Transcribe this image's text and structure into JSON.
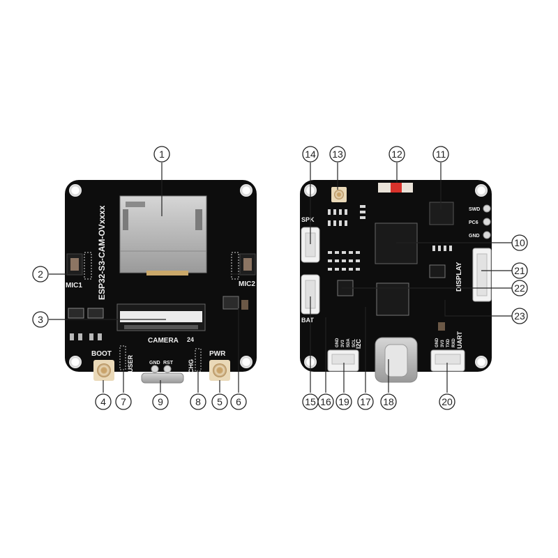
{
  "board_front": {
    "model_label": "ESP32-S3-CAM-OVxxxx",
    "mic1_label": "MIC1",
    "mic2_label": "MIC2",
    "camera_label": "CAMERA",
    "camera_pin_label": "24",
    "boot_label": "BOOT",
    "user_label": "USER",
    "pwr_label": "PWR",
    "chg_label": "CHG",
    "gnd_label": "GND",
    "rst_label": "RST"
  },
  "board_back": {
    "spk_label": "SPK",
    "bat_label": "BAT",
    "display_label": "DISPLAY",
    "i2c_label": "I2C",
    "uart_label": "UART",
    "swd_label": "SWD",
    "pc6_label": "PC6",
    "gnd_label": "GND",
    "i2c_pins": [
      "GND",
      "3V3",
      "SDA",
      "SCL"
    ],
    "uart_pins": [
      "GND",
      "3V3",
      "TXD",
      "RXD"
    ]
  },
  "callouts": [
    "1",
    "2",
    "3",
    "4",
    "5",
    "6",
    "7",
    "8",
    "9",
    "10",
    "11",
    "12",
    "13",
    "14",
    "15",
    "16",
    "17",
    "18",
    "19",
    "20",
    "21",
    "22",
    "23"
  ],
  "colors": {
    "pcb": "#0d0d0d",
    "silkscreen": "#f0f0f0",
    "metal": "#b9b9b9",
    "connector": "#f2f2f2",
    "accent_red": "#d8322b"
  }
}
